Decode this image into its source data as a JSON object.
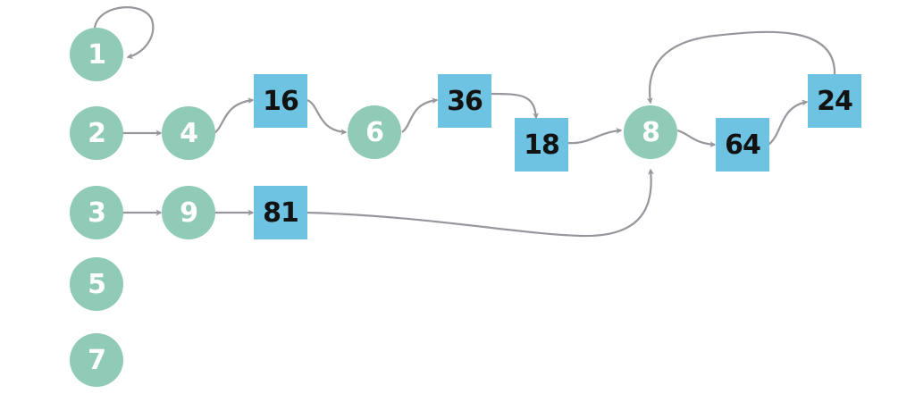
{
  "colors": {
    "circle_fill": "#8fcbb6",
    "square_fill": "#6ec3e3",
    "edge": "#98969d"
  },
  "nodes": {
    "n1": {
      "label": "1",
      "shape": "circle"
    },
    "n2": {
      "label": "2",
      "shape": "circle"
    },
    "n3": {
      "label": "3",
      "shape": "circle"
    },
    "n5": {
      "label": "5",
      "shape": "circle"
    },
    "n7": {
      "label": "7",
      "shape": "circle"
    },
    "n4": {
      "label": "4",
      "shape": "circle"
    },
    "n9": {
      "label": "9",
      "shape": "circle"
    },
    "n16": {
      "label": "16",
      "shape": "square"
    },
    "n81": {
      "label": "81",
      "shape": "square"
    },
    "n6": {
      "label": "6",
      "shape": "circle"
    },
    "n36": {
      "label": "36",
      "shape": "square"
    },
    "n18": {
      "label": "18",
      "shape": "square"
    },
    "n8": {
      "label": "8",
      "shape": "circle"
    },
    "n64": {
      "label": "64",
      "shape": "square"
    },
    "n24": {
      "label": "24",
      "shape": "square"
    }
  },
  "edges": [
    {
      "from": "1",
      "to": "1"
    },
    {
      "from": "2",
      "to": "4"
    },
    {
      "from": "4",
      "to": "16"
    },
    {
      "from": "16",
      "to": "6"
    },
    {
      "from": "6",
      "to": "36"
    },
    {
      "from": "36",
      "to": "18"
    },
    {
      "from": "18",
      "to": "8"
    },
    {
      "from": "8",
      "to": "64"
    },
    {
      "from": "64",
      "to": "24"
    },
    {
      "from": "24",
      "to": "8"
    },
    {
      "from": "3",
      "to": "9"
    },
    {
      "from": "9",
      "to": "81"
    },
    {
      "from": "81",
      "to": "8"
    }
  ]
}
